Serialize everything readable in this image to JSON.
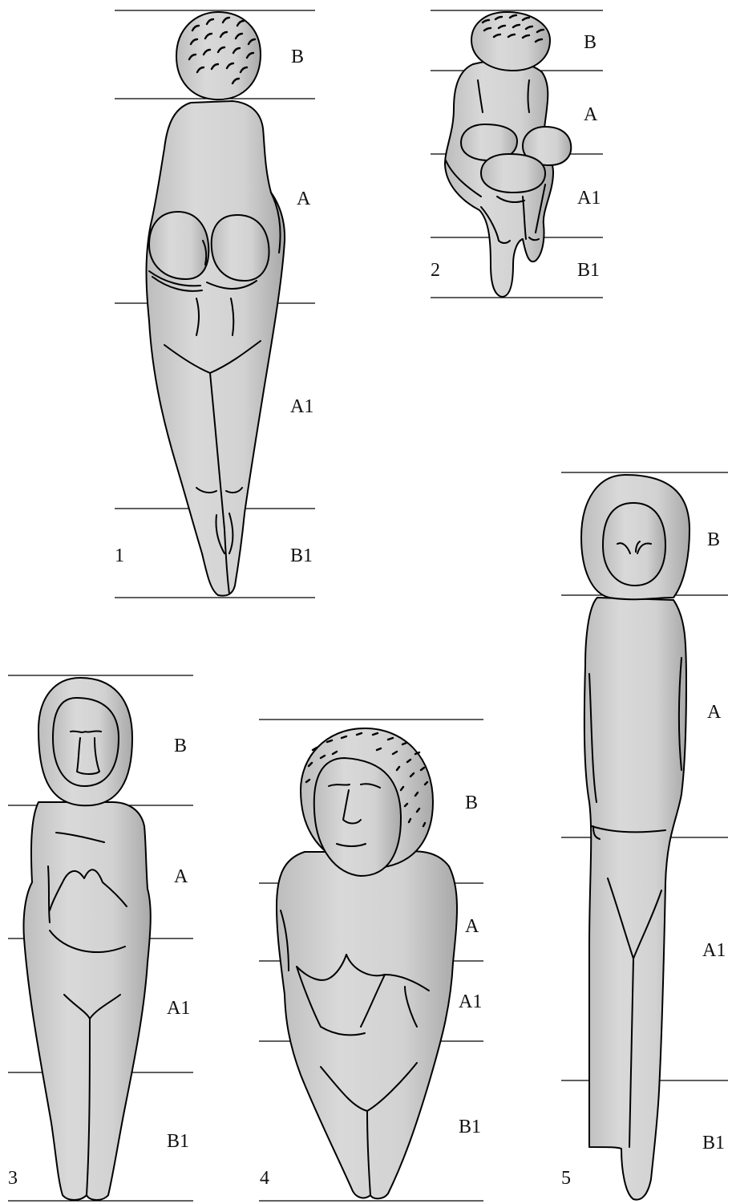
{
  "figures": [
    {
      "number": "1",
      "zones": [
        "B",
        "A",
        "A1",
        "B1"
      ]
    },
    {
      "number": "2",
      "zones": [
        "B",
        "A",
        "A1",
        "B1"
      ]
    },
    {
      "number": "3",
      "zones": [
        "B",
        "A",
        "A1",
        "B1"
      ]
    },
    {
      "number": "4",
      "zones": [
        "B",
        "A",
        "A1",
        "B1"
      ]
    },
    {
      "number": "5",
      "zones": [
        "B",
        "A",
        "A1",
        "B1"
      ]
    }
  ]
}
